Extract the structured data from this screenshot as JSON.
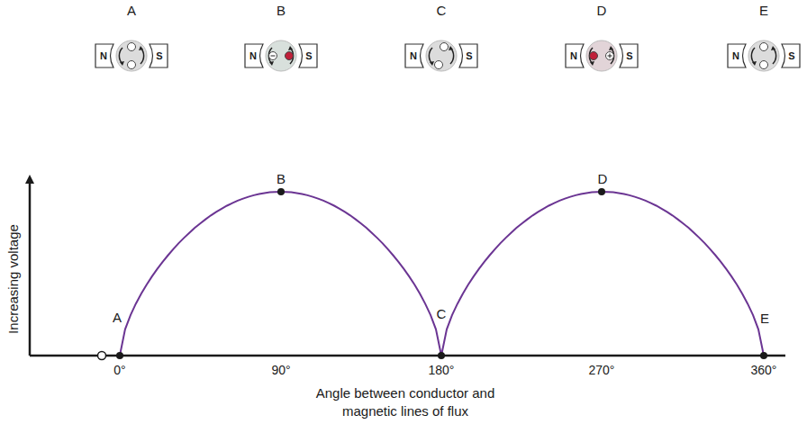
{
  "diagram": {
    "labels": [
      "A",
      "B",
      "C",
      "D",
      "E",
      "N",
      "S",
      "N",
      "S",
      "N",
      "S",
      "N",
      "S",
      "N",
      "S",
      "A",
      "B",
      "C",
      "D",
      "E",
      "Increasing voltage",
      "0°",
      "90°",
      "180°",
      "270°",
      "360°",
      "Angle between conductor and magnetic lines of flux"
    ]
  }
}
